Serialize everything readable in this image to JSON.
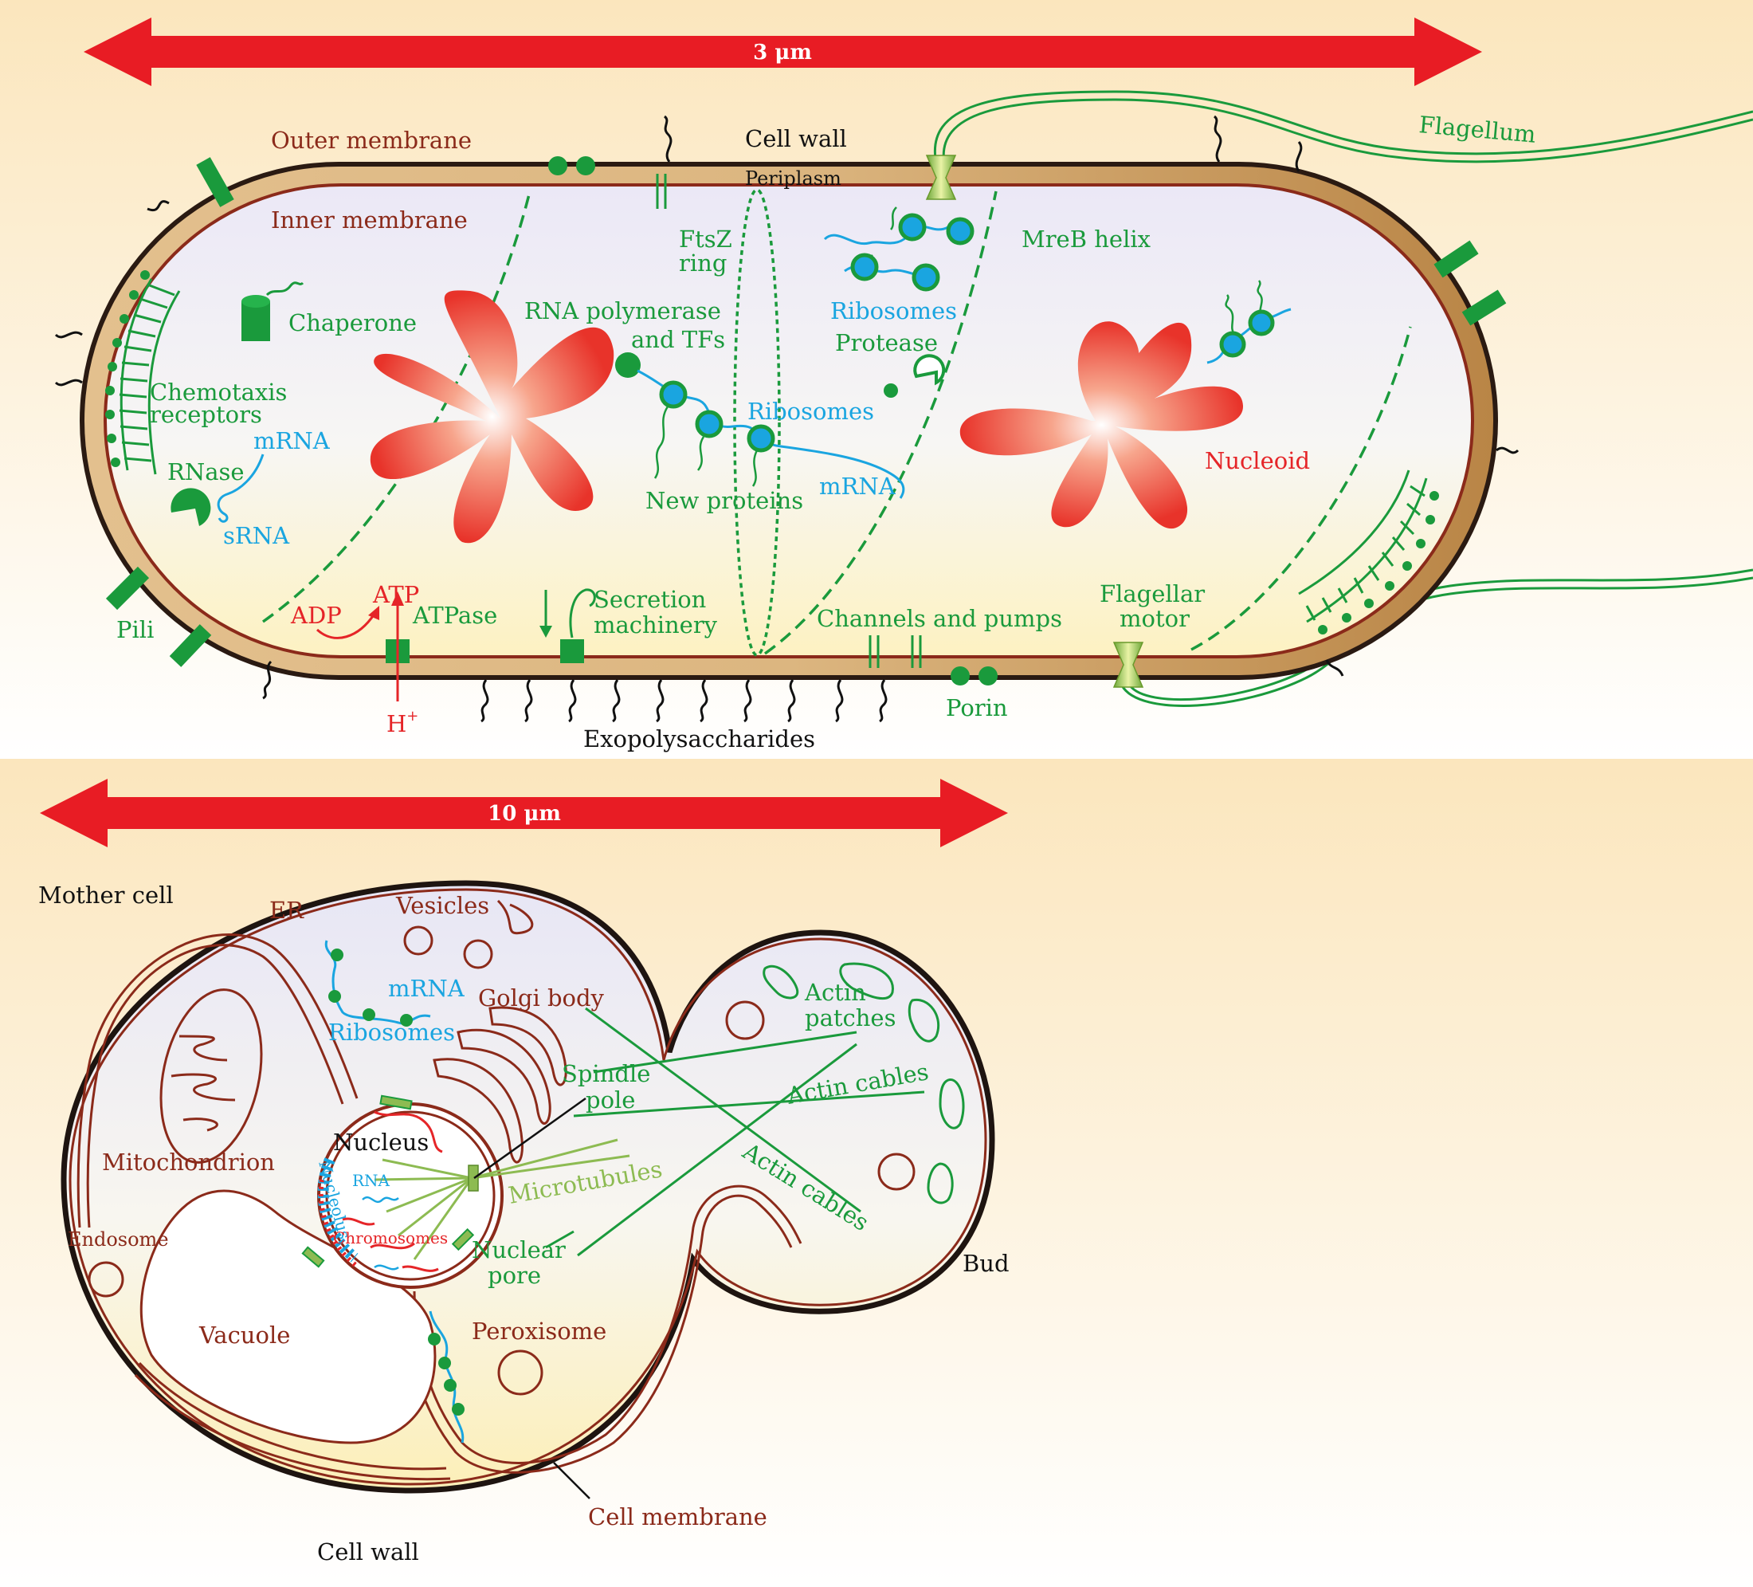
{
  "colors": {
    "green": "#1a9a3c",
    "blue": "#1aa5e0",
    "red": "#e52528",
    "brown": "#8b2a1a",
    "wall": "#c9955c",
    "background_top": "#fbe8c3"
  },
  "bacterium": {
    "scale_label": "3 μm",
    "labels": {
      "outer_membrane": "Outer membrane",
      "cell_wall": "Cell wall",
      "periplasm": "Periplasm",
      "inner_membrane": "Inner membrane",
      "flagellum": "Flagellum",
      "ftsz_1": "FtsZ",
      "ftsz_2": "ring",
      "mreb": "MreB helix",
      "chaperone": "Chaperone",
      "rnap_1": "RNA polymerase",
      "rnap_2": "and TFs",
      "ribosomes_top": "Ribosomes",
      "protease": "Protease",
      "chemo_1": "Chemotaxis",
      "chemo_2": "receptors",
      "mrna_left": "mRNA",
      "rnase": "RNase",
      "srna": "sRNA",
      "ribosomes_mid": "Ribosomes",
      "nucleoid": "Nucleoid",
      "new_proteins": "New proteins",
      "mrna_mid": "mRNA",
      "pili": "Pili",
      "adp": "ADP",
      "atp": "ATP",
      "atpase": "ATPase",
      "secretion_1": "Secretion",
      "secretion_2": "machinery",
      "channels": "Channels and pumps",
      "flag_motor_1": "Flagellar",
      "flag_motor_2": "motor",
      "h_plus": "H",
      "h_plus_sup": "+",
      "porin": "Porin",
      "exopoly": "Exopolysaccharides"
    }
  },
  "yeast": {
    "scale_label": "10 μm",
    "labels": {
      "mother_cell": "Mother cell",
      "er": "ER",
      "vesicles": "Vesicles",
      "mrna": "mRNA",
      "ribosomes": "Ribosomes",
      "golgi": "Golgi body",
      "actin_patches_1": "Actin",
      "actin_patches_2": "patches",
      "spindle_1": "Spindle",
      "spindle_2": "pole",
      "actin_cables_1": "Actin cables",
      "actin_cables_2": "Actin cables",
      "nucleus": "Nucleus",
      "mitochondrion": "Mitochondrion",
      "nucleolus": "Nucleolus",
      "rna": "RNA",
      "microtubules": "Microtubules",
      "chromosomes": "Chromosomes",
      "endosome": "Endosome",
      "nuclear_pore_1": "Nuclear",
      "nuclear_pore_2": "pore",
      "bud": "Bud",
      "vacuole": "Vacuole",
      "peroxisome": "Peroxisome",
      "cell_membrane": "Cell membrane",
      "cell_wall": "Cell wall"
    }
  }
}
